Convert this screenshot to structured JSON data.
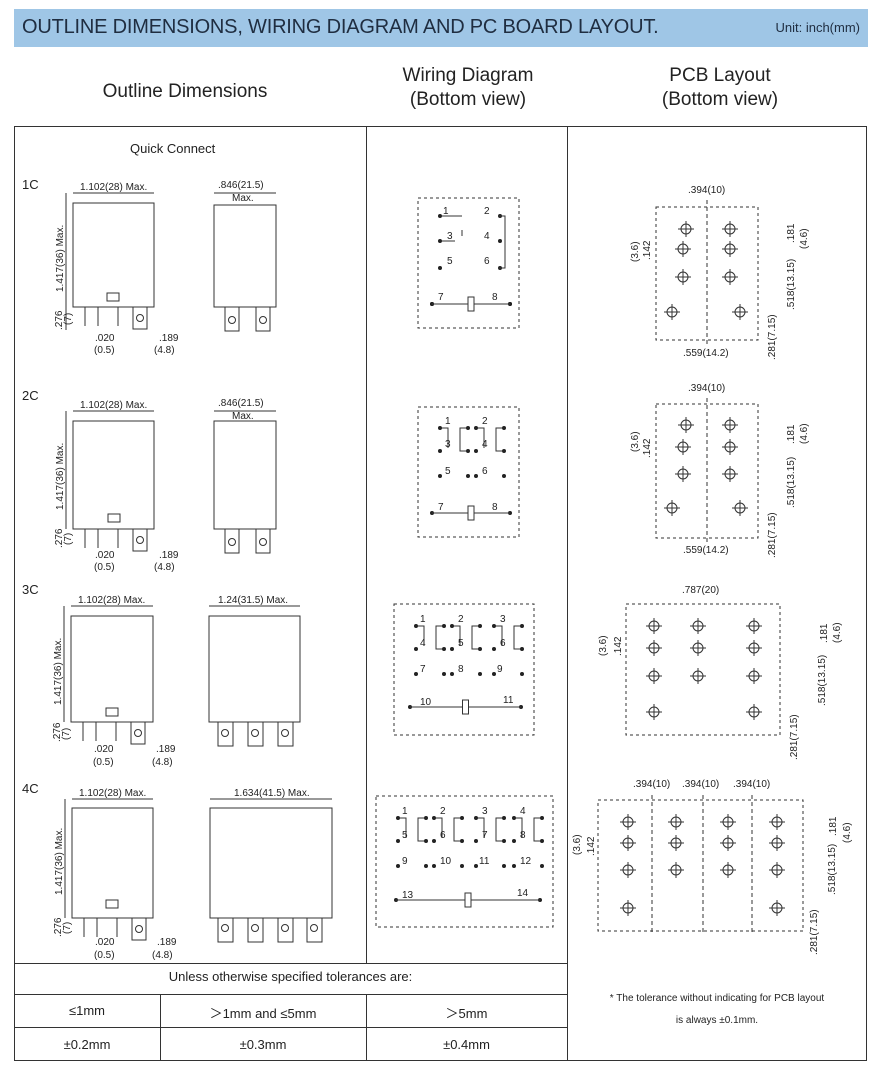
{
  "header": {
    "title": "OUTLINE DIMENSIONS, WIRING DIAGRAM AND PC BOARD LAYOUT.",
    "unit": "Unit: inch(mm)"
  },
  "columns": {
    "outline": "Outline Dimensions",
    "wiring": "Wiring Diagram",
    "wiring_sub": "(Bottom view)",
    "pcb": "PCB Layout",
    "pcb_sub": "(Bottom view)"
  },
  "quick_connect": "Quick Connect",
  "rows": [
    {
      "label": "1C",
      "side_width": ".846(21.5)",
      "side_width2": "Max."
    },
    {
      "label": "2C",
      "side_width": ".846(21.5)",
      "side_width2": "Max."
    },
    {
      "label": "3C",
      "side_width": "1.24(31.5) Max.",
      "side_width2": ""
    },
    {
      "label": "4C",
      "side_width": "1.634(41.5) Max.",
      "side_width2": ""
    }
  ],
  "dims": {
    "width": "1.102(28) Max.",
    "height": "1.417(36) Max.",
    "pin_len": ".276",
    "pin_len_mm": "(7)",
    "pin_w": ".020",
    "pin_w_mm": "(0.5)",
    "tab": ".189",
    "tab_mm": "(4.8)"
  },
  "pcb": {
    "p10": ".394(10)",
    "p20": ".787(20)",
    "p142": ".142",
    "p36": "(3.6)",
    "p181": ".181",
    "p46": "(4.6)",
    "p518": ".518(13.15)",
    "p281": ".281(7.15)",
    "p559": ".559(14.2)"
  },
  "tolerance": {
    "heading": "Unless otherwise specified tolerances are:",
    "ranges": [
      "≤1mm",
      "＞1mm and ≤5mm",
      "＞5mm"
    ],
    "values": [
      "±0.2mm",
      "±0.3mm",
      "±0.4mm"
    ],
    "note1": "* The tolerance without indicating for PCB layout",
    "note2": "is always ±0.1mm."
  }
}
